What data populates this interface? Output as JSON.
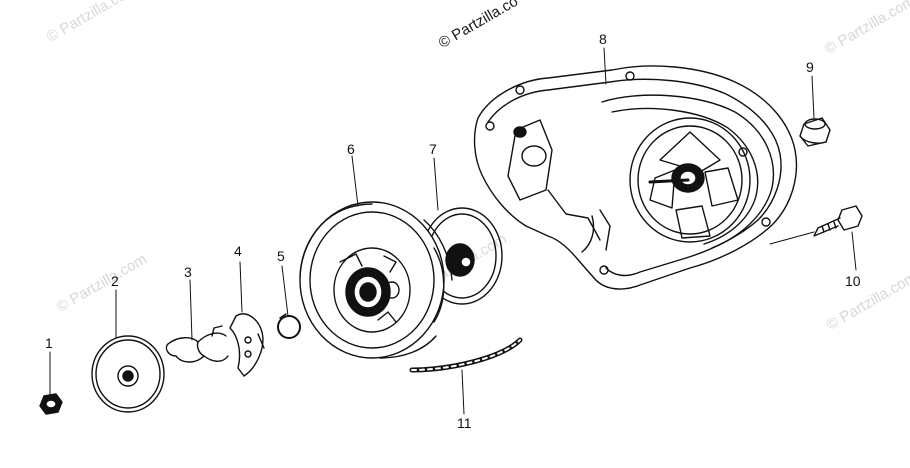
{
  "watermark": {
    "text": "© Partzilla.com",
    "text_center": "© Partzilla.co"
  },
  "callouts": [
    {
      "id": "1",
      "text": "1"
    },
    {
      "id": "2",
      "text": "2"
    },
    {
      "id": "3",
      "text": "3"
    },
    {
      "id": "4",
      "text": "4"
    },
    {
      "id": "5",
      "text": "5"
    },
    {
      "id": "6",
      "text": "6"
    },
    {
      "id": "7",
      "text": "7"
    },
    {
      "id": "8",
      "text": "8"
    },
    {
      "id": "9",
      "text": "9"
    },
    {
      "id": "10",
      "text": "10"
    },
    {
      "id": "11",
      "text": "11"
    }
  ],
  "colors": {
    "line": "#111111",
    "watermark": "#d7d7d7"
  }
}
